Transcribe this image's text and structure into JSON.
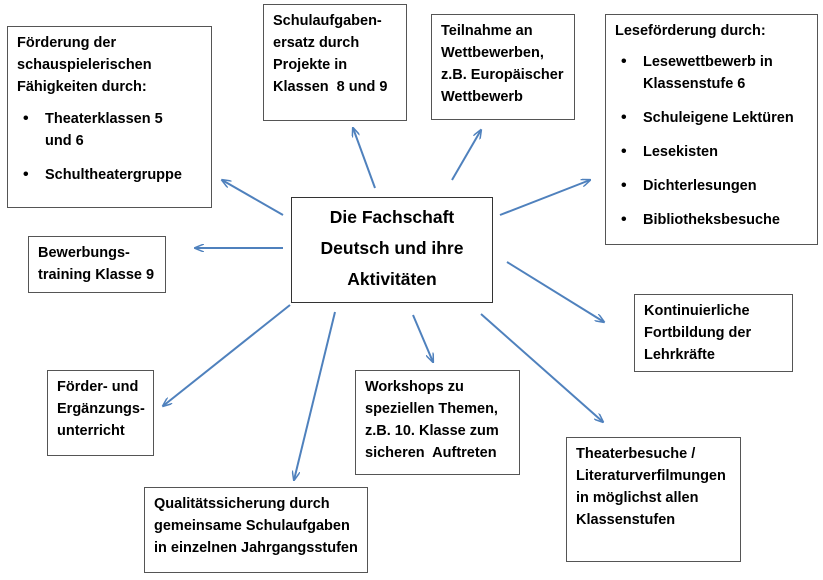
{
  "center": {
    "lines": [
      "Die Fachschaft",
      "Deutsch und ihre",
      "Aktivitäten"
    ]
  },
  "boxes": {
    "foerderung": {
      "lines": [
        "Förderung der",
        "schauspielerischen",
        "Fähigkeiten durch:"
      ],
      "bullets": [
        "Theaterklassen 5\nund 6",
        "Schultheatergruppe"
      ]
    },
    "ersatz": {
      "lines": [
        "Schulaufgaben-",
        "ersatz durch",
        "Projekte in",
        "Klassen  8 und 9"
      ]
    },
    "wettbewerbe": {
      "lines": [
        "Teilnahme an",
        "Wettbewerben,",
        "z.B. Europäischer",
        "Wettbewerb"
      ]
    },
    "lese": {
      "lines": [
        "Leseförderung durch:"
      ],
      "bullets": [
        "Lesewettbewerb in\nKlassenstufe 6",
        "Schuleigene Lektüren",
        "Lesekisten",
        "Dichterlesungen",
        "Bibliotheksbesuche"
      ]
    },
    "bewerbung": {
      "lines": [
        "Bewerbungs-",
        "training Klasse 9"
      ]
    },
    "fortbildung": {
      "lines": [
        "Kontinuierliche",
        "Fortbildung der",
        "Lehrkräfte"
      ]
    },
    "ergaenzung": {
      "lines": [
        "Förder- und",
        "Ergänzungs-",
        "unterricht"
      ]
    },
    "workshops": {
      "lines": [
        "Workshops zu",
        "speziellen Themen,",
        "z.B. 10. Klasse zum",
        "sicheren  Auftreten"
      ]
    },
    "theater": {
      "lines": [
        "Theaterbesuche /",
        "Literaturverfilmungen",
        "in möglichst allen",
        "Klassenstufen"
      ]
    },
    "qualitaet": {
      "lines": [
        "Qualitätssicherung durch",
        "gemeinsame Schulaufgaben",
        "in einzelnen Jahrgangsstufen"
      ]
    }
  },
  "colors": {
    "arrow": "#4f81bd",
    "border": "#555555"
  }
}
